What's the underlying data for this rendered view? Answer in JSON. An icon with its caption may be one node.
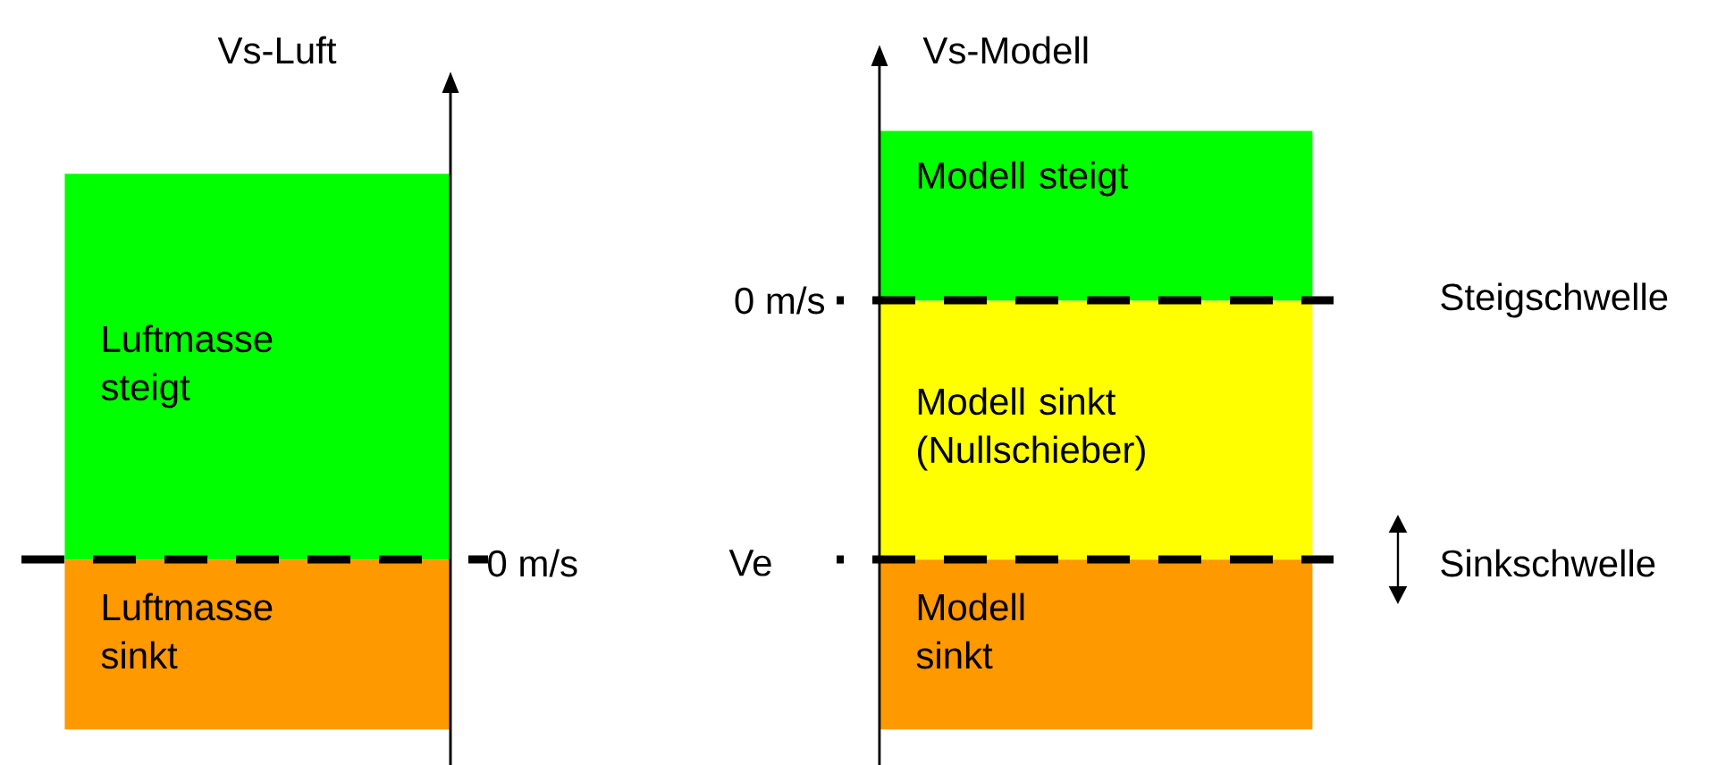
{
  "diagram": {
    "nodes": [
      {
        "text": [
          "Luftmasse steigt"
        ]
      },
      {
        "text": [
          "Luftmasse sinkt"
        ]
      },
      {
        "text": [
          "Modell steigt"
        ]
      },
      {
        "text": [
          "Modell sinkt (Nullschieber)"
        ]
      },
      {
        "text": [
          "Modell sinkt"
        ]
      }
    ],
    "labels": [
      "Vs-Luft",
      "Vs-Modell",
      "0 m/s",
      "Steigschwelle",
      "0 m/s",
      "Ve",
      "Sinkschwelle"
    ]
  }
}
